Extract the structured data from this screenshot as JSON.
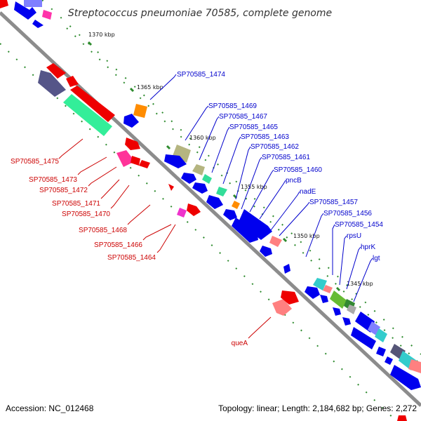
{
  "title": "Streptococcus pneumoniae 70585, complete genome",
  "footer": {
    "accession": "Accession: NC_012468",
    "summary": "Topology: linear; Length: 2,184,682 bp; Genes: 2,272"
  },
  "colors": {
    "backbone": "#8c8c8c",
    "tick": "#2e8b2e",
    "label_forward": "#0000cc",
    "label_reverse": "#cc0000"
  },
  "scale_labels": [
    "1370 kbp",
    "1365 kbp",
    "1360 kbp",
    "1355 kbp",
    "1350 kbp",
    "1345 kbp"
  ],
  "labels": {
    "SP70585_1474": "SP70585_1474",
    "SP70585_1469": "SP70585_1469",
    "SP70585_1467": "SP70585_1467",
    "SP70585_1465": "SP70585_1465",
    "SP70585_1463": "SP70585_1463",
    "SP70585_1462": "SP70585_1462",
    "SP70585_1461": "SP70585_1461",
    "SP70585_1460": "SP70585_1460",
    "pncB": "pncB",
    "nadE": "nadE",
    "SP70585_1457": "SP70585_1457",
    "SP70585_1456": "SP70585_1456",
    "SP70585_1454": "SP70585_1454",
    "rpsU": "rpsU",
    "hprK": "hprK",
    "lgt": "lgt",
    "SP70585_1475": "SP70585_1475",
    "SP70585_1473": "SP70585_1473",
    "SP70585_1472": "SP70585_1472",
    "SP70585_1471": "SP70585_1471",
    "SP70585_1470": "SP70585_1470",
    "SP70585_1468": "SP70585_1468",
    "SP70585_1466": "SP70585_1466",
    "SP70585_1464": "SP70585_1464",
    "queA": "queA"
  }
}
